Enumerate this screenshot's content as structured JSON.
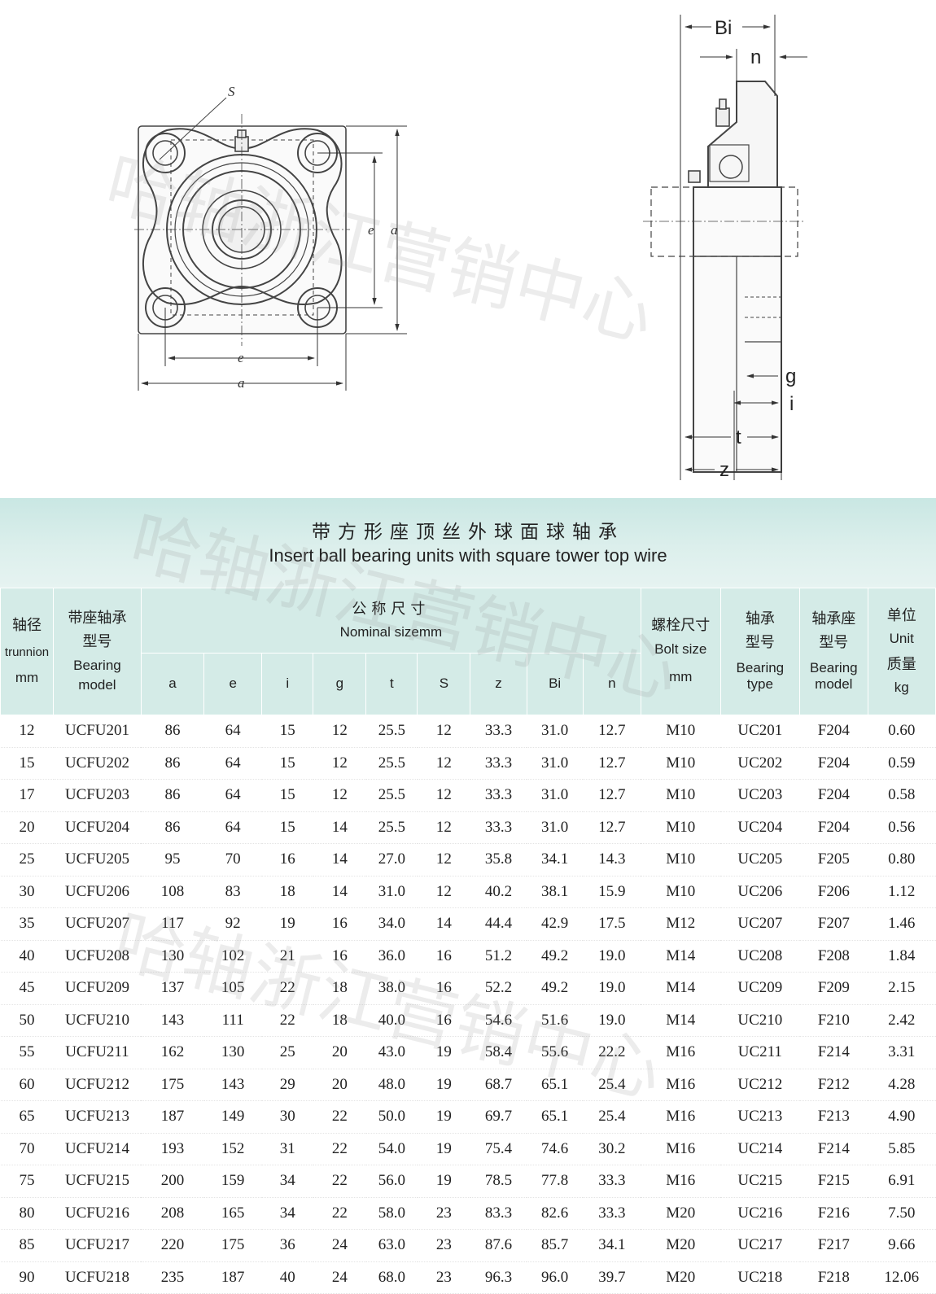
{
  "drawing_labels": {
    "front_view": {
      "s": "S",
      "e_vertical": "e",
      "a_vertical": "a",
      "e_horizontal": "e",
      "a_horizontal": "a"
    },
    "side_view": {
      "bi": "Bi",
      "n": "n",
      "g": "g",
      "i": "i",
      "t": "t",
      "z": "z"
    }
  },
  "title": {
    "cn": "带方形座顶丝外球面球轴承",
    "en": "Insert ball bearing units with square tower top wire"
  },
  "table": {
    "headers": {
      "trunnion": {
        "cn": "轴径",
        "en": "trunnion",
        "unit": "mm"
      },
      "unit_model": {
        "cn1": "带座轴承",
        "cn2": "型号",
        "en1": "Bearing",
        "en2": "model"
      },
      "nominal": {
        "cn": "公称尺寸",
        "en": "Nominal sizemm"
      },
      "bolt": {
        "cn": "螺栓尺寸",
        "en": "Bolt size",
        "unit": "mm"
      },
      "bearing_type": {
        "cn1": "轴承",
        "cn2": "型号",
        "en1": "Bearing",
        "en2": "type"
      },
      "housing_model": {
        "cn1": "轴承座",
        "cn2": "型号",
        "en1": "Bearing",
        "en2": "model"
      },
      "mass": {
        "cn1": "单位",
        "en1": "Unit",
        "cn2": "质量",
        "unit": "kg"
      },
      "dims": [
        "a",
        "e",
        "i",
        "g",
        "t",
        "S",
        "z",
        "Bi",
        "n"
      ]
    },
    "rows": [
      [
        "12",
        "UCFU201",
        "86",
        "64",
        "15",
        "12",
        "25.5",
        "12",
        "33.3",
        "31.0",
        "12.7",
        "M10",
        "UC201",
        "F204",
        "0.60"
      ],
      [
        "15",
        "UCFU202",
        "86",
        "64",
        "15",
        "12",
        "25.5",
        "12",
        "33.3",
        "31.0",
        "12.7",
        "M10",
        "UC202",
        "F204",
        "0.59"
      ],
      [
        "17",
        "UCFU203",
        "86",
        "64",
        "15",
        "12",
        "25.5",
        "12",
        "33.3",
        "31.0",
        "12.7",
        "M10",
        "UC203",
        "F204",
        "0.58"
      ],
      [
        "20",
        "UCFU204",
        "86",
        "64",
        "15",
        "14",
        "25.5",
        "12",
        "33.3",
        "31.0",
        "12.7",
        "M10",
        "UC204",
        "F204",
        "0.56"
      ],
      [
        "25",
        "UCFU205",
        "95",
        "70",
        "16",
        "14",
        "27.0",
        "12",
        "35.8",
        "34.1",
        "14.3",
        "M10",
        "UC205",
        "F205",
        "0.80"
      ],
      [
        "30",
        "UCFU206",
        "108",
        "83",
        "18",
        "14",
        "31.0",
        "12",
        "40.2",
        "38.1",
        "15.9",
        "M10",
        "UC206",
        "F206",
        "1.12"
      ],
      [
        "35",
        "UCFU207",
        "117",
        "92",
        "19",
        "16",
        "34.0",
        "14",
        "44.4",
        "42.9",
        "17.5",
        "M12",
        "UC207",
        "F207",
        "1.46"
      ],
      [
        "40",
        "UCFU208",
        "130",
        "102",
        "21",
        "16",
        "36.0",
        "16",
        "51.2",
        "49.2",
        "19.0",
        "M14",
        "UC208",
        "F208",
        "1.84"
      ],
      [
        "45",
        "UCFU209",
        "137",
        "105",
        "22",
        "18",
        "38.0",
        "16",
        "52.2",
        "49.2",
        "19.0",
        "M14",
        "UC209",
        "F209",
        "2.15"
      ],
      [
        "50",
        "UCFU210",
        "143",
        "111",
        "22",
        "18",
        "40.0",
        "16",
        "54.6",
        "51.6",
        "19.0",
        "M14",
        "UC210",
        "F210",
        "2.42"
      ],
      [
        "55",
        "UCFU211",
        "162",
        "130",
        "25",
        "20",
        "43.0",
        "19",
        "58.4",
        "55.6",
        "22.2",
        "M16",
        "UC211",
        "F214",
        "3.31"
      ],
      [
        "60",
        "UCFU212",
        "175",
        "143",
        "29",
        "20",
        "48.0",
        "19",
        "68.7",
        "65.1",
        "25.4",
        "M16",
        "UC212",
        "F212",
        "4.28"
      ],
      [
        "65",
        "UCFU213",
        "187",
        "149",
        "30",
        "22",
        "50.0",
        "19",
        "69.7",
        "65.1",
        "25.4",
        "M16",
        "UC213",
        "F213",
        "4.90"
      ],
      [
        "70",
        "UCFU214",
        "193",
        "152",
        "31",
        "22",
        "54.0",
        "19",
        "75.4",
        "74.6",
        "30.2",
        "M16",
        "UC214",
        "F214",
        "5.85"
      ],
      [
        "75",
        "UCFU215",
        "200",
        "159",
        "34",
        "22",
        "56.0",
        "19",
        "78.5",
        "77.8",
        "33.3",
        "M16",
        "UC215",
        "F215",
        "6.91"
      ],
      [
        "80",
        "UCFU216",
        "208",
        "165",
        "34",
        "22",
        "58.0",
        "23",
        "83.3",
        "82.6",
        "33.3",
        "M20",
        "UC216",
        "F216",
        "7.50"
      ],
      [
        "85",
        "UCFU217",
        "220",
        "175",
        "36",
        "24",
        "63.0",
        "23",
        "87.6",
        "85.7",
        "34.1",
        "M20",
        "UC217",
        "F217",
        "9.66"
      ],
      [
        "90",
        "UCFU218",
        "235",
        "187",
        "40",
        "24",
        "68.0",
        "23",
        "96.3",
        "96.0",
        "39.7",
        "M20",
        "UC218",
        "F218",
        "12.06"
      ]
    ]
  },
  "watermark": "哈轴浙江营销中心"
}
